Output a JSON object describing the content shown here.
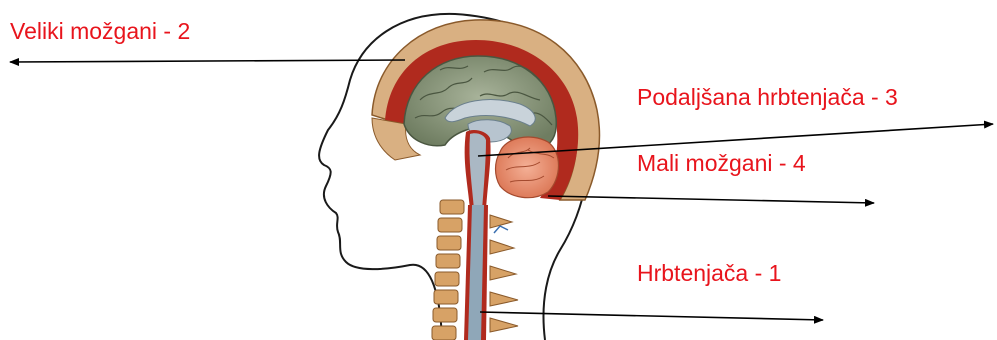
{
  "labels": {
    "veliki": "Veliki možgani - 2",
    "podaljsana": "Podaljšana hrbtenjača - 3",
    "mali": "Mali možgani - 4",
    "hrbtenjaca": "Hrbtenjača - 1"
  },
  "colors": {
    "label_text": "#e8141c",
    "arrow": "#000000",
    "outline": "#1a1a1a",
    "cerebrum": "#8c9a7c",
    "cerebellum": "#e89070",
    "dura": "#b02a1e",
    "skull": "#d9b082",
    "spinal_cord": "#8fa7b8",
    "vertebrae": "#d7a266"
  }
}
